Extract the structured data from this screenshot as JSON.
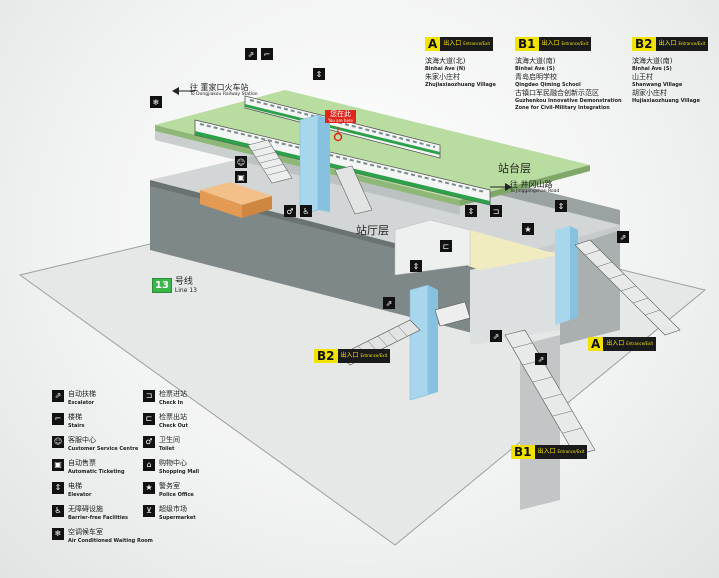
{
  "exits_panel": [
    {
      "code": "A",
      "tag_cn": "出入口",
      "tag_en": "Entrance/Exit",
      "destinations": [
        {
          "cn": "滨海大道(北)",
          "en": "Binhai Ave (N)"
        },
        {
          "cn": "朱家小庄村",
          "en": "Zhujiaxiaozhuang Village"
        }
      ]
    },
    {
      "code": "B1",
      "tag_cn": "出入口",
      "tag_en": "Entrance/Exit",
      "destinations": [
        {
          "cn": "滨海大道(南)",
          "en": "Binhai Ave (S)"
        },
        {
          "cn": "青岛启明学校",
          "en": "Qingdao Qiming School"
        },
        {
          "cn": "古镇口军民融合创新示范区",
          "en": "Guzhenkou Innovative Demonstration Zone for Civil-Military Integration"
        }
      ]
    },
    {
      "code": "B2",
      "tag_cn": "出入口",
      "tag_en": "Entrance/Exit",
      "destinations": [
        {
          "cn": "滨海大道(南)",
          "en": "Binhai Ave (S)"
        },
        {
          "cn": "山王村",
          "en": "Shanwang Village"
        },
        {
          "cn": "胡家小庄村",
          "en": "Hujiaxiaozhuang Village"
        }
      ]
    }
  ],
  "direction_left": {
    "cn": "往 董家口火车站",
    "en": "To Dongjiakou Railway Station"
  },
  "direction_right": {
    "cn": "往 井冈山路",
    "en": "To Jinggangshan Road"
  },
  "you_are_here": {
    "cn": "您在此",
    "en": "You are here"
  },
  "platform_label": "站台层",
  "concourse_label": "站厅层",
  "line": {
    "number": "13",
    "cn": "号线",
    "en": "Line 13",
    "color": "#3ab54a"
  },
  "floating_exits": [
    {
      "code": "B2",
      "tag_cn": "出入口",
      "tag_en": "Entrance/Exit"
    },
    {
      "code": "A",
      "tag_cn": "出入口",
      "tag_en": "Entrance/Exit"
    },
    {
      "code": "B1",
      "tag_cn": "出入口",
      "tag_en": "Entrance/Exit"
    }
  ],
  "legend_left": [
    {
      "icon": "escalator-icon",
      "glyph": "⇗",
      "cn": "自动扶梯",
      "en": "Escalator"
    },
    {
      "icon": "stairs-icon",
      "glyph": "⌐",
      "cn": "楼梯",
      "en": "Stairs"
    },
    {
      "icon": "customer-service-icon",
      "glyph": "☺",
      "cn": "客服中心",
      "en": "Customer Service Centre"
    },
    {
      "icon": "ticket-machine-icon",
      "glyph": "▣",
      "cn": "自动售票",
      "en": "Automatic Ticketing"
    },
    {
      "icon": "elevator-icon",
      "glyph": "⇕",
      "cn": "电梯",
      "en": "Elevator"
    },
    {
      "icon": "accessibility-icon",
      "glyph": "♿",
      "cn": "无障碍设施",
      "en": "Barrier-free Facilities"
    },
    {
      "icon": "ac-waiting-room-icon",
      "glyph": "❄",
      "cn": "空调候车室",
      "en": "Air Conditioned Waiting Room"
    }
  ],
  "legend_right": [
    {
      "icon": "check-in-icon",
      "glyph": "⊐",
      "cn": "检票进站",
      "en": "Check In"
    },
    {
      "icon": "check-out-icon",
      "glyph": "⊏",
      "cn": "检票出站",
      "en": "Check Out"
    },
    {
      "icon": "toilet-icon",
      "glyph": "♂",
      "cn": "卫生间",
      "en": "Toilet"
    },
    {
      "icon": "shopping-mall-icon",
      "glyph": "⌂",
      "cn": "购物中心",
      "en": "Shopping Mall"
    },
    {
      "icon": "police-office-icon",
      "glyph": "★",
      "cn": "警务室",
      "en": "Police Office"
    },
    {
      "icon": "supermarket-icon",
      "glyph": "⊻",
      "cn": "超级市场",
      "en": "Supermarket"
    }
  ],
  "colors": {
    "platform_green": "#b9dca0",
    "train_white": "#f4f6f6",
    "pillar_blue": "#a8d6ec",
    "ground": "#d9dbdb",
    "wall": "#8c9494",
    "exit_yellow": "#f2e200",
    "red": "#e1251b"
  }
}
